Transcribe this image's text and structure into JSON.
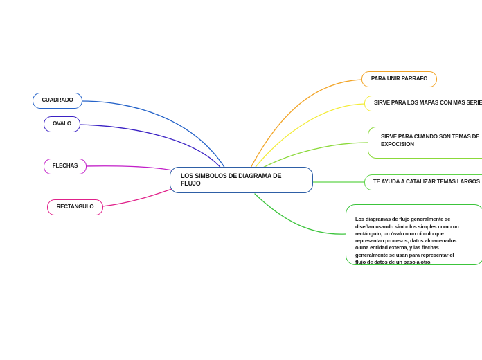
{
  "central_topic": {
    "label": "LOS SIMBOLOS DE DIAGRAMA DE\nFLUJO",
    "border_color": "#2e5fa6"
  },
  "left_topics": [
    {
      "label": "CUADRADO",
      "color": "#2563c9"
    },
    {
      "label": "OVALO",
      "color": "#3b22c4"
    },
    {
      "label": "FLECHAS",
      "color": "#c21fc8"
    },
    {
      "label": "RECTANGULO",
      "color": "#e0218a"
    }
  ],
  "right_topics": [
    {
      "label": "PARA UNIR PARRAFO",
      "color": "#f2a426"
    },
    {
      "label": "SIRVE PARA LOS MAPAS CON MAS SERIEDAD",
      "color": "#f3ec37"
    },
    {
      "label": "SIRVE PARA CUANDO SON TEMAS DE\nEXPOCISION",
      "color": "#8bd93a"
    },
    {
      "label": "TE AYUDA A CATALIZAR TEMAS LARGOS",
      "color": "#5fd44a"
    },
    {
      "label": "Los diagramas de flujo generalmente se\ndiseñan usando símbolos simples como un\nrectángulo, un óvalo o un círculo que\nrepresentan procesos, datos almacenados\no una entidad externa, y las flechas\ngeneralmente se usan para representar el\nflujo de datos de un paso a otro.",
      "color": "#3cc43c"
    }
  ]
}
